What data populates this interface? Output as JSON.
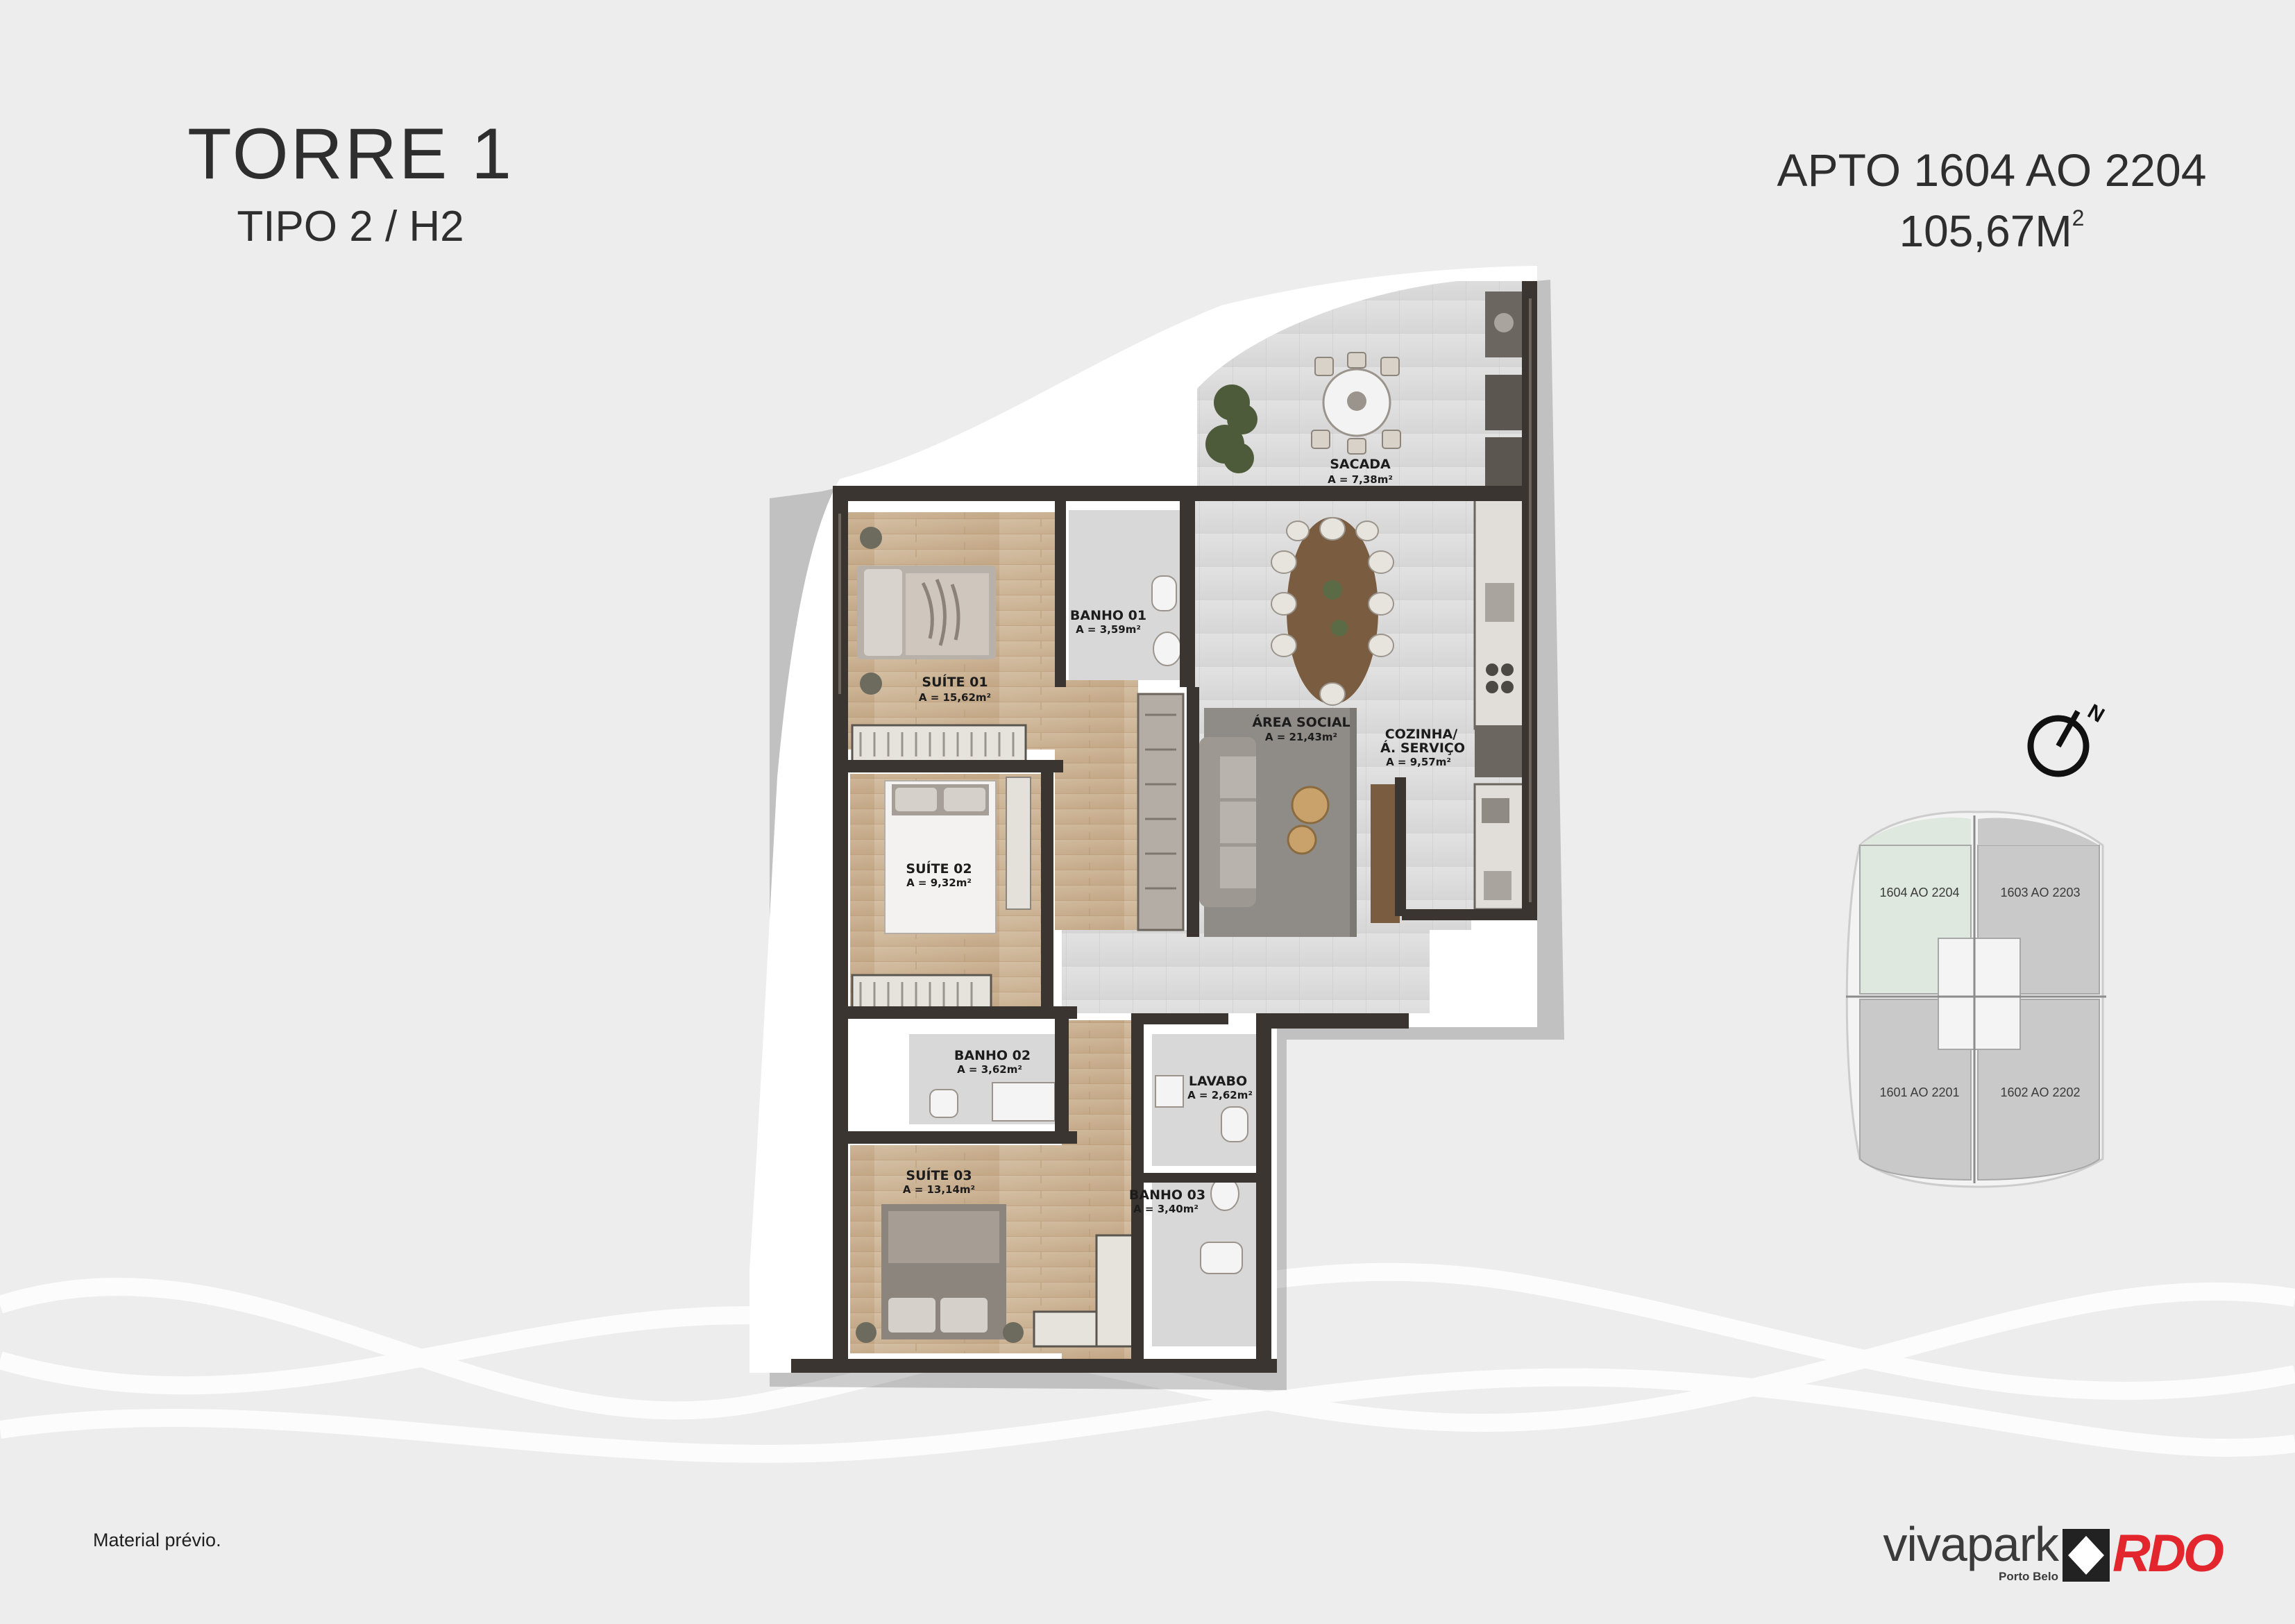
{
  "header": {
    "tower": "TORRE 1",
    "type": "TIPO 2 / H2",
    "apartments": "APTO 1604 AO 2204",
    "area": "105,67M",
    "area_superscript": "2"
  },
  "rooms": {
    "sacada": {
      "name": "SACADA",
      "area": "A = 7,38m²"
    },
    "suite01": {
      "name": "SUÍTE 01",
      "area": "A = 15,62m²"
    },
    "banho01": {
      "name": "BANHO 01",
      "area": "A = 3,59m²"
    },
    "social": {
      "name": "ÁREA SOCIAL",
      "area": "A = 21,43m²"
    },
    "cozinha": {
      "name_line1": "COZINHA/",
      "name_line2": "Á. SERVIÇO",
      "area": "A = 9,57m²"
    },
    "suite02": {
      "name": "SUÍTE 02",
      "area": "A = 9,32m²"
    },
    "banho02": {
      "name": "BANHO 02",
      "area": "A = 3,62m²"
    },
    "lavabo": {
      "name": "LAVABO",
      "area": "A = 2,62m²"
    },
    "suite03": {
      "name": "SUÍTE 03",
      "area": "A = 13,14m²"
    },
    "banho03": {
      "name": "BANHO 03",
      "area": "A = 3,40m²"
    }
  },
  "key_plan": {
    "units": [
      {
        "label": "1604 AO 2204",
        "highlight": true
      },
      {
        "label": "1603 AO 2203",
        "highlight": false
      },
      {
        "label": "1601 AO 2201",
        "highlight": false
      },
      {
        "label": "1602 AO 2202",
        "highlight": false
      }
    ],
    "highlight_color": "#dfe8df"
  },
  "compass": {
    "label": "N"
  },
  "footer": {
    "note": "Material prévio.",
    "brand": "vivapark",
    "brand_sub": "Porto Belo",
    "builder": "RDO"
  },
  "colors": {
    "wall": "#3a3530",
    "floor_wood": "#cdb59a",
    "floor_tile": "#dcdcdc",
    "rug": "#8f8c88",
    "brand_red": "#e3262d"
  }
}
